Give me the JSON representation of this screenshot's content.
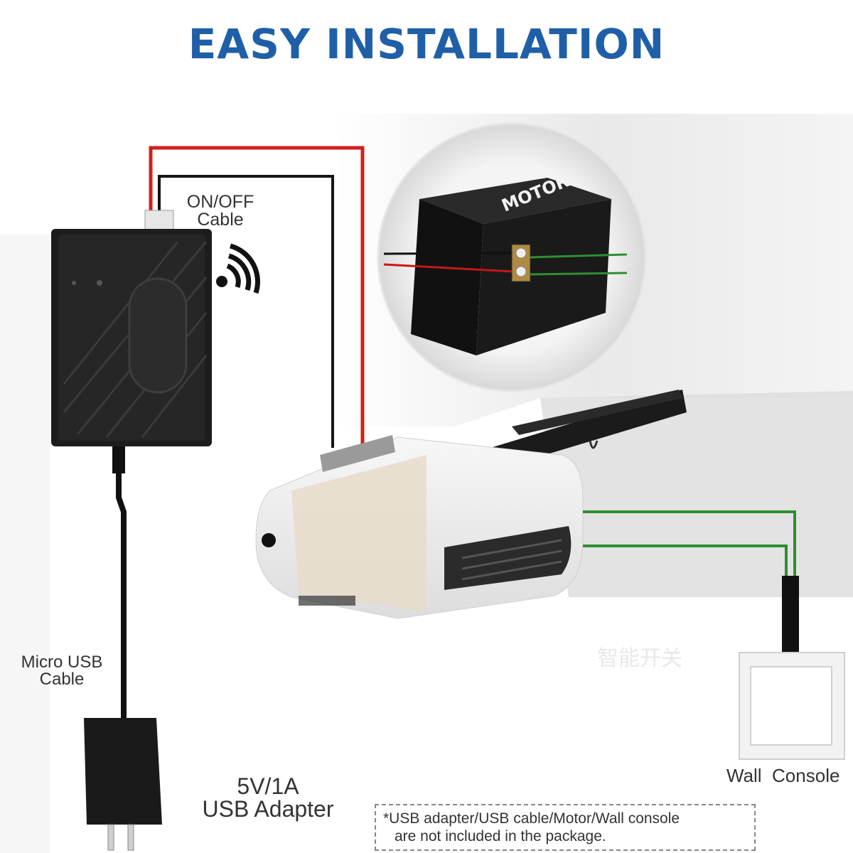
{
  "title": "EASY INSTALLATION",
  "labels": {
    "on_off_cable_line1": "ON/OFF",
    "on_off_cable_line2": "Cable",
    "micro_usb_line1": "Micro USB",
    "micro_usb_line2": "Cable",
    "adapter_line1": "5V/1A",
    "adapter_line2": "USB Adapter",
    "wall_console": "Wall  Console",
    "motor": "MOTOR",
    "chinese_watermark": "智能开关"
  },
  "note": {
    "line1": "*USB adapter/USB cable/Motor/Wall console",
    "line2": "are not included in the package."
  },
  "colors": {
    "title": "#1f5fa8",
    "red_wire": "#d21f1f",
    "black_wire": "#151515",
    "green_wire": "#2f8f2f"
  },
  "icons": [
    "wifi-icon",
    "motor-icon",
    "garage-opener",
    "wall-switch-icon",
    "usb-adapter-icon",
    "controller-device"
  ]
}
